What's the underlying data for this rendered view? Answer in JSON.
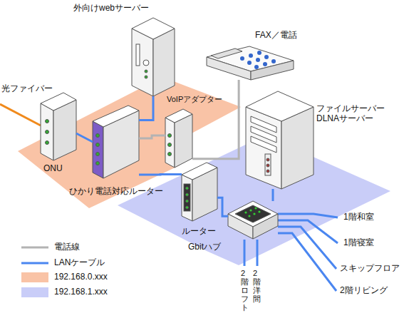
{
  "diagram": {
    "nodes": [
      {
        "text": [
          "外向けwebサーバー"
        ]
      },
      {
        "text": [
          "FAX／電話"
        ]
      },
      {
        "text": [
          "ファイルサーバー DLNAサーバー"
        ]
      },
      {
        "text": [
          "ONU"
        ]
      },
      {
        "text": [
          "VoIPアダプター"
        ]
      },
      {
        "text": [
          "ひかり電話対応ルーター"
        ]
      },
      {
        "text": [
          "ルーター"
        ]
      },
      {
        "text": [
          "Gbitハブ"
        ]
      }
    ],
    "edges": [
      {
        "from": 3,
        "to": 5,
        "arrow": "none"
      },
      {
        "from": 5,
        "to": 0,
        "arrow": "none"
      },
      {
        "from": 5,
        "to": 4,
        "arrow": "none"
      },
      {
        "from": 4,
        "to": 1,
        "arrow": "none"
      },
      {
        "from": 5,
        "to": 6,
        "arrow": "none"
      },
      {
        "from": 6,
        "to": 7,
        "arrow": "none"
      },
      {
        "from": 2,
        "to": 7,
        "arrow": "none"
      }
    ],
    "labels": [
      "光ファイバー",
      "1階和室",
      "1階寝室",
      "スキップフロア",
      "2階リビング",
      "2階ロフト",
      "2階洋間"
    ],
    "legend": [
      {
        "text": "電話線"
      },
      {
        "text": "LANケーブル"
      },
      {
        "text": "192.168.0.xxx",
        "color": "#f9c3a6"
      },
      {
        "text": "192.168.1.xxx",
        "color": "#c9cdf8"
      }
    ]
  }
}
